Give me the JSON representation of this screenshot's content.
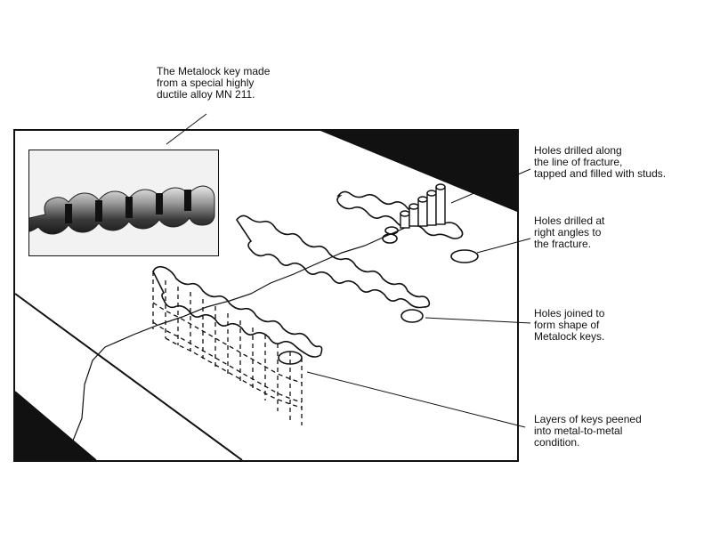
{
  "labels": {
    "key_caption": [
      "The Metalock key made",
      "from a special highly",
      "ductile alloy MN 211."
    ],
    "holes_drilled_along": [
      "Holes drilled along",
      "the line of fracture,",
      "tapped and filled with studs."
    ],
    "holes_right_angles": [
      "Holes drilled at",
      "right angles to",
      "the fracture."
    ],
    "holes_joined": [
      "Holes joined to",
      "form shape of",
      "Metalock keys."
    ],
    "layers_peened": [
      "Layers of keys peened",
      "into metal-to-metal",
      "condition."
    ]
  },
  "colors": {
    "ink": "#111111",
    "paper": "#ffffff",
    "photo_bg": "#f2f2f2"
  }
}
